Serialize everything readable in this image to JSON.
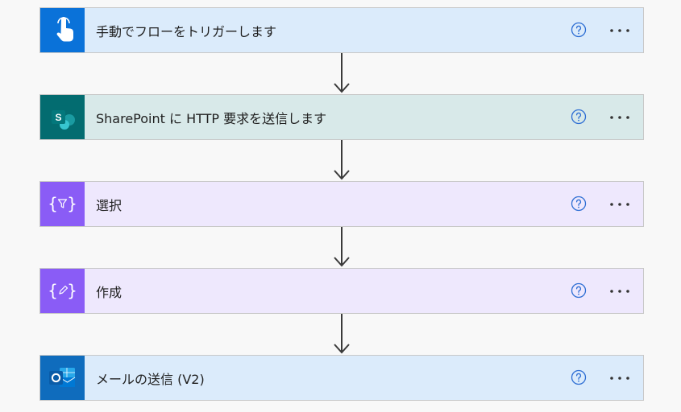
{
  "steps": [
    {
      "id": "trigger",
      "title": "手動でフローをトリガーします",
      "icon": "touch-hand-icon",
      "icon_bg": "#0a72d9",
      "bg": "#dbebfb"
    },
    {
      "id": "sharepoint",
      "title": "SharePoint に HTTP 要求を送信します",
      "icon": "sharepoint-icon",
      "icon_bg": "#036c70",
      "bg": "#d8e9e9"
    },
    {
      "id": "select",
      "title": "選択",
      "icon": "data-select-icon",
      "icon_bg": "#8a5cf6",
      "bg": "#eee8fd"
    },
    {
      "id": "compose",
      "title": "作成",
      "icon": "data-compose-icon",
      "icon_bg": "#8a5cf6",
      "bg": "#eee8fd"
    },
    {
      "id": "send-mail",
      "title": "メールの送信 (V2)",
      "icon": "outlook-icon",
      "icon_bg": "#0f6cbd",
      "bg": "#dbebfb"
    }
  ],
  "colors": {
    "help_icon": "#2f6fd4",
    "arrow": "#3a3a3a",
    "more_dots": "#333333"
  }
}
